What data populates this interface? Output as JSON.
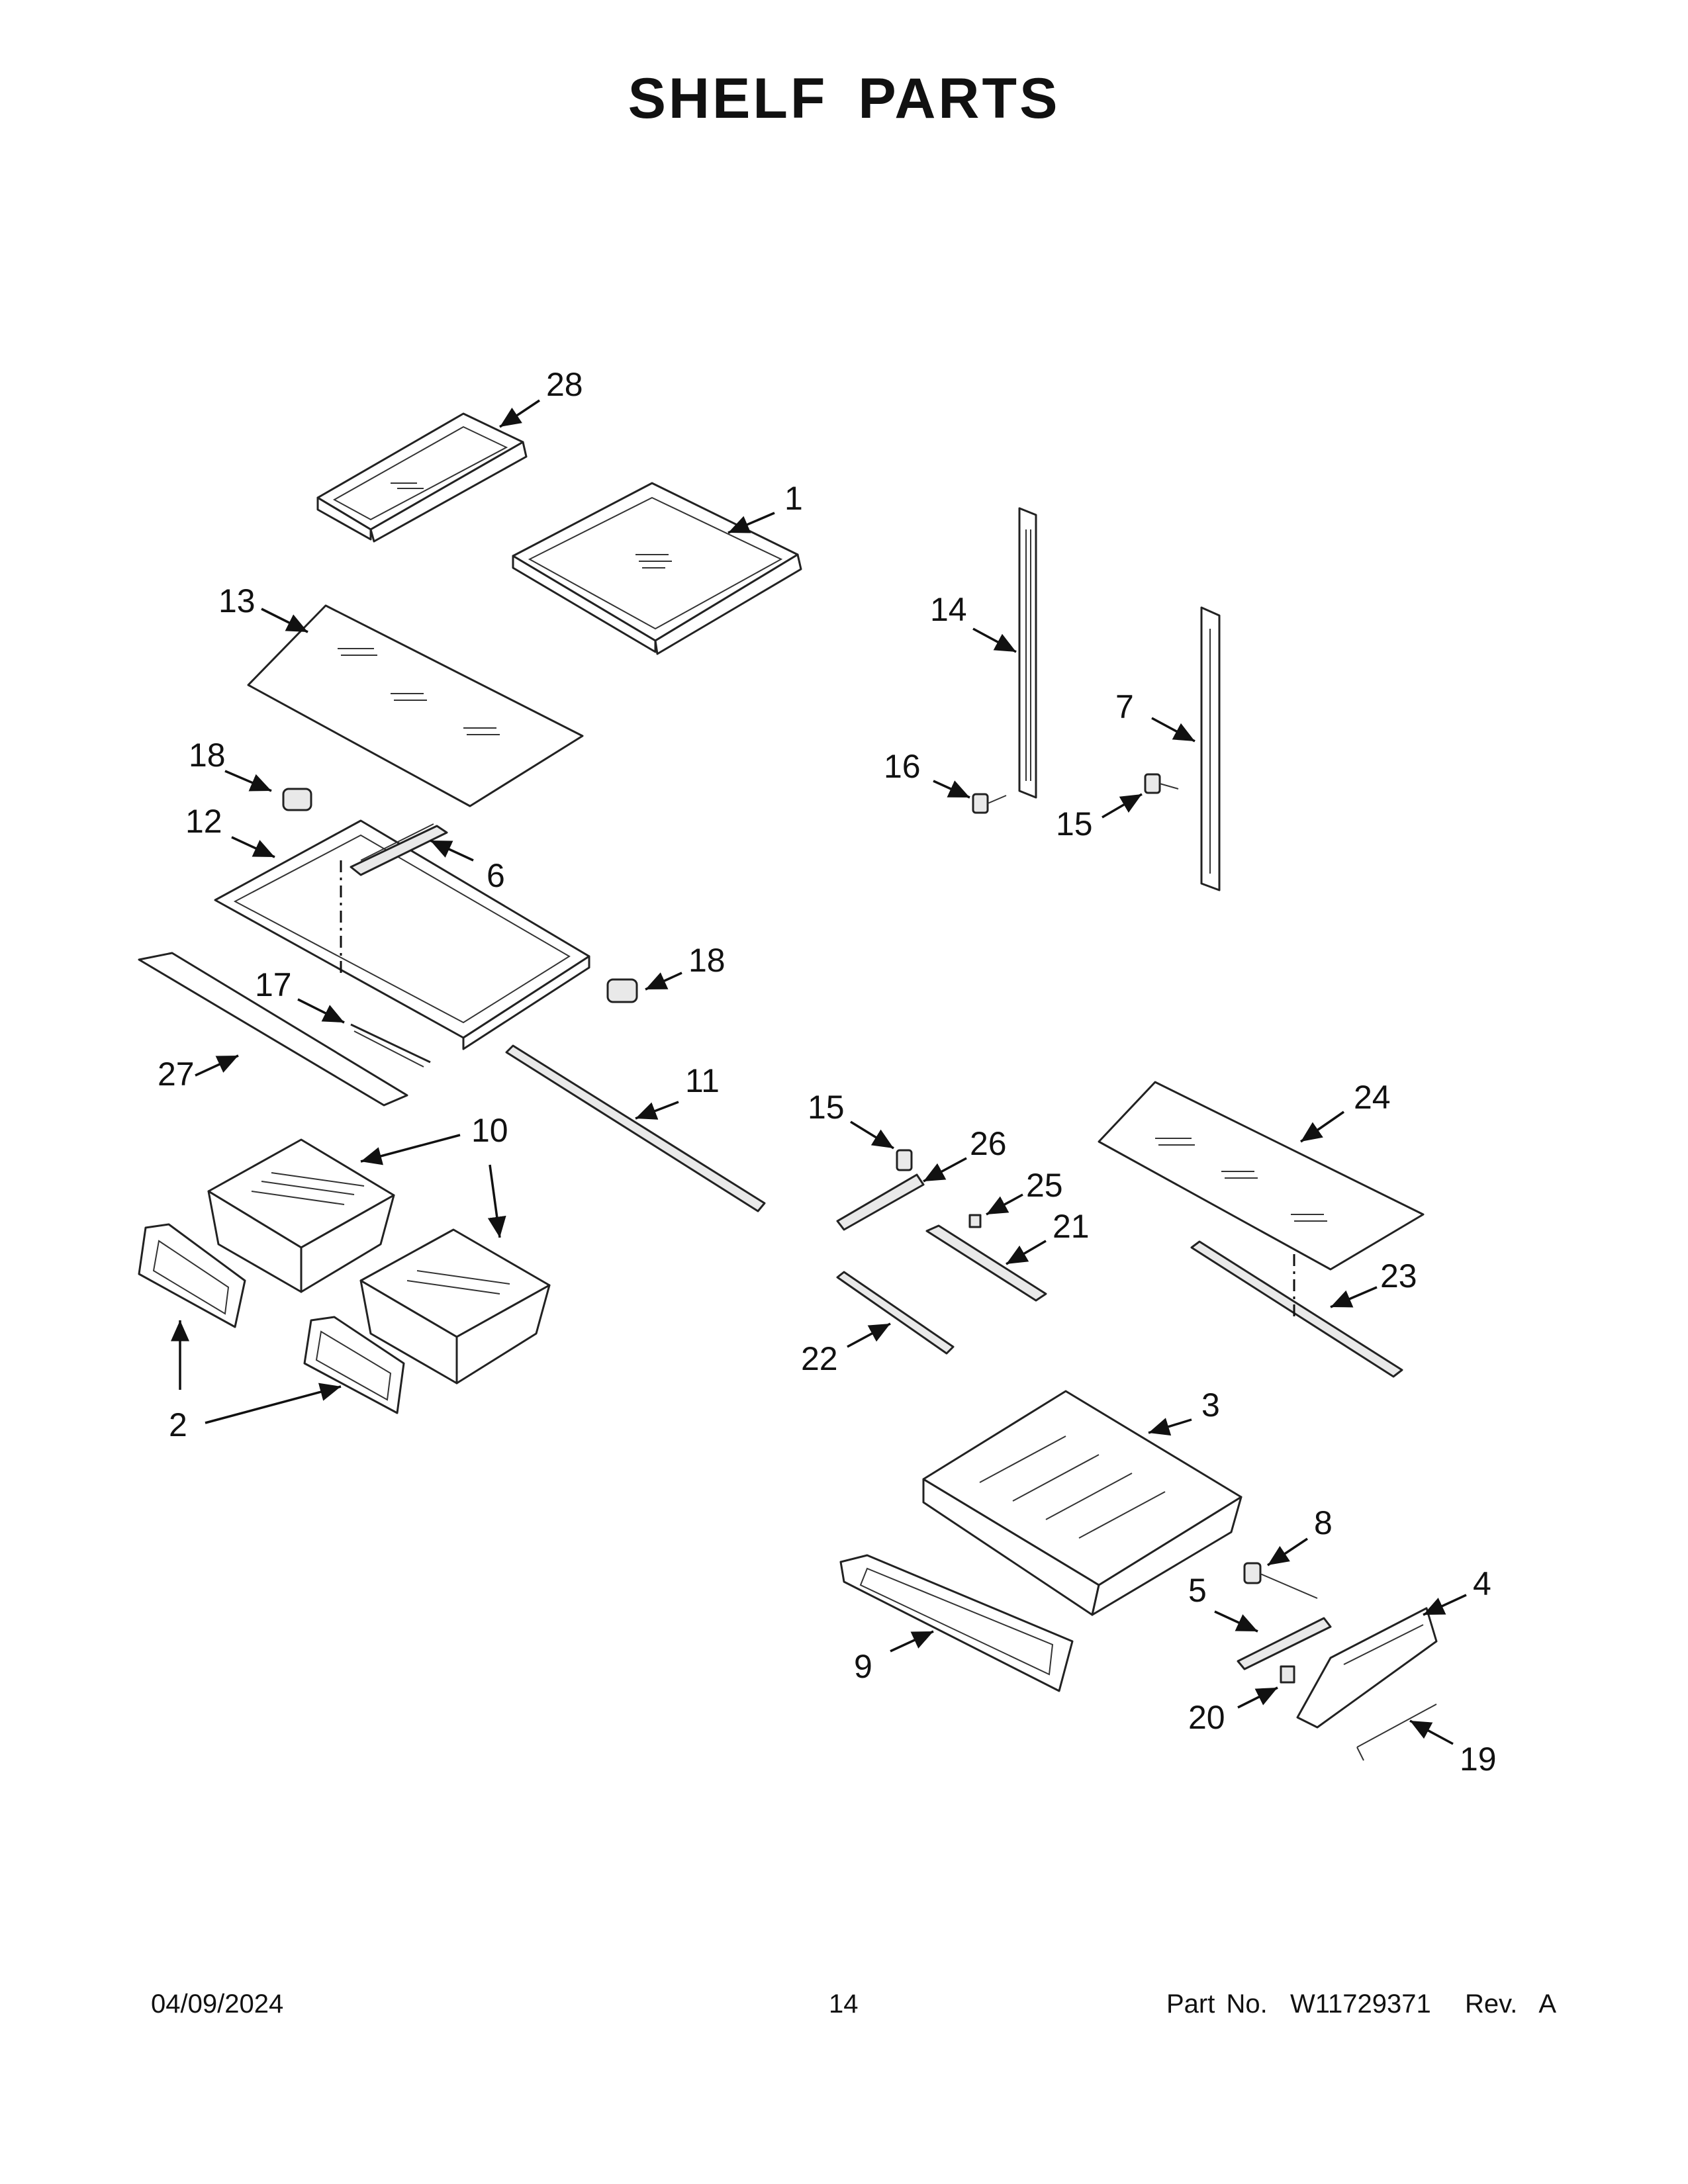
{
  "page": {
    "title": "SHELF PARTS",
    "footer_date": "04/09/2024",
    "footer_page": "14",
    "footer_part": "Part No.  W11729371   Rev.  A"
  },
  "callouts": [
    "28",
    "1",
    "13",
    "14",
    "7",
    "18",
    "16",
    "15",
    "12",
    "6",
    "18",
    "17",
    "27",
    "11",
    "10",
    "15",
    "26",
    "24",
    "25",
    "21",
    "23",
    "22",
    "2",
    "3",
    "8",
    "5",
    "4",
    "9",
    "20",
    "19"
  ]
}
